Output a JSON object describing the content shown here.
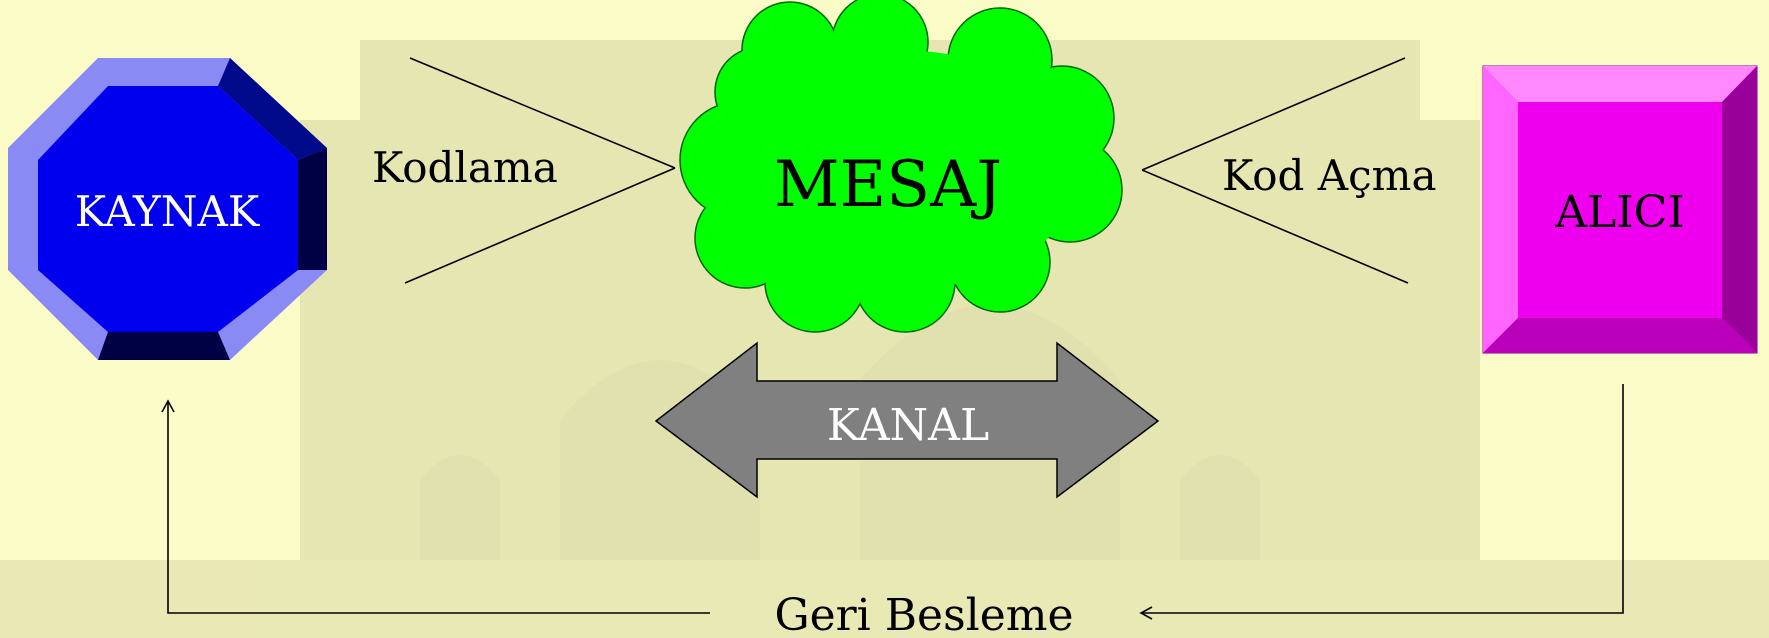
{
  "diagram": {
    "source_label": "KAYNAK",
    "message_label": "MESAJ",
    "receiver_label": "ALICI",
    "channel_label": "KANAL",
    "encoding_label": "Kodlama",
    "decoding_label": "Kod Açma",
    "feedback_label": "Geri Besleme"
  },
  "colors": {
    "background": "#fbfbc8",
    "source_fill": "#0000ee",
    "source_bevel_light": "#8a8af5",
    "source_bevel_dark": "#000044",
    "message_fill": "#00ff00",
    "receiver_fill": "#ee00ee",
    "receiver_bevel_light": "#ff66ff",
    "receiver_bevel_dark": "#990099",
    "channel_fill": "#808080"
  }
}
